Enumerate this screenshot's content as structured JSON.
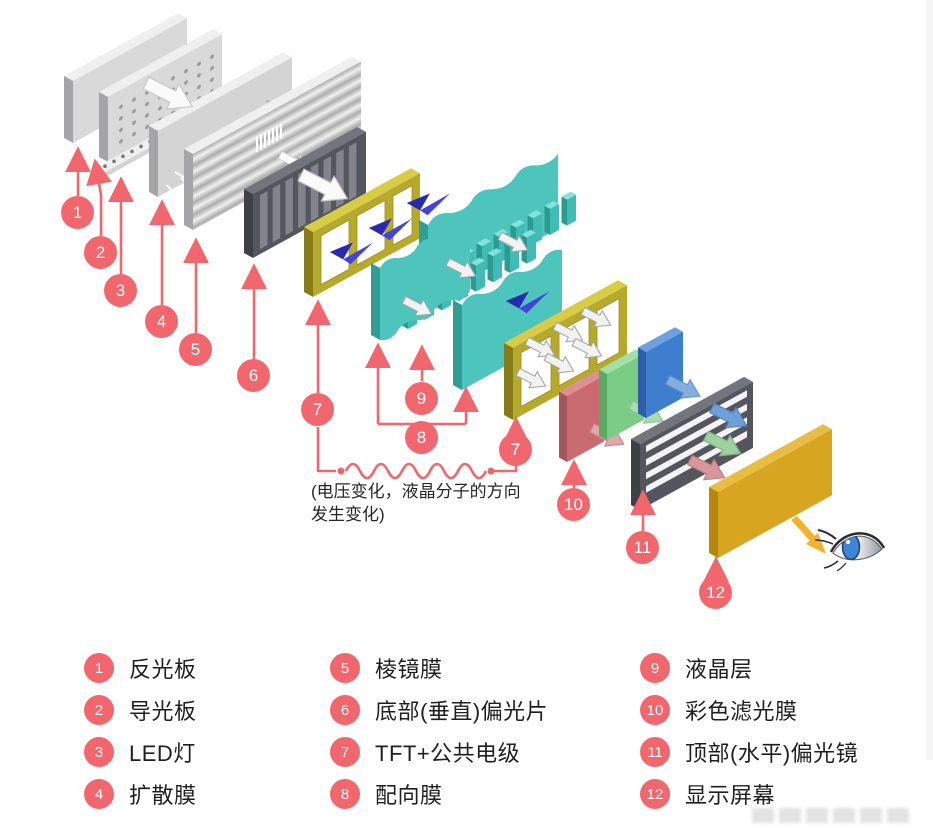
{
  "colors": {
    "accent": "#F1676D",
    "teal": "#4EC5BC",
    "tealDark": "#2F9E96",
    "tealLight": "#84E2DA",
    "frameYellow": "#B6A92C",
    "frameYellowLight": "#D8CC46",
    "frameYellowDark": "#857B19",
    "boltBlue": "#4444DD",
    "boltBlueDark": "#2A2AB0",
    "filterRed": "#CA6B6F",
    "filterGreen": "#7BCC85",
    "filterBlue": "#3F7DCE",
    "screenGold": "#D8A521",
    "eyeArrowYellow": "#F2B32A",
    "text": "#1F1F1F"
  },
  "diagram": {
    "callouts": [
      "1",
      "2",
      "3",
      "4",
      "5",
      "6",
      "7",
      "9",
      "8",
      "7",
      "10",
      "11",
      "12"
    ],
    "annotation": "(电压变化，液晶分子的方向\n发生变化)"
  },
  "legend": {
    "items": [
      {
        "number": "1",
        "label": "反光板"
      },
      {
        "number": "2",
        "label": "导光板"
      },
      {
        "number": "3",
        "label": "LED灯"
      },
      {
        "number": "4",
        "label": "扩散膜"
      },
      {
        "number": "5",
        "label": "棱镜膜"
      },
      {
        "number": "6",
        "label": "底部(垂直)偏光片"
      },
      {
        "number": "7",
        "label": "TFT+公共电级"
      },
      {
        "number": "8",
        "label": "配向膜"
      },
      {
        "number": "9",
        "label": "液晶层"
      },
      {
        "number": "10",
        "label": "彩色滤光膜"
      },
      {
        "number": "11",
        "label": "顶部(水平)偏光镜"
      },
      {
        "number": "12",
        "label": "显示屏幕"
      }
    ]
  }
}
